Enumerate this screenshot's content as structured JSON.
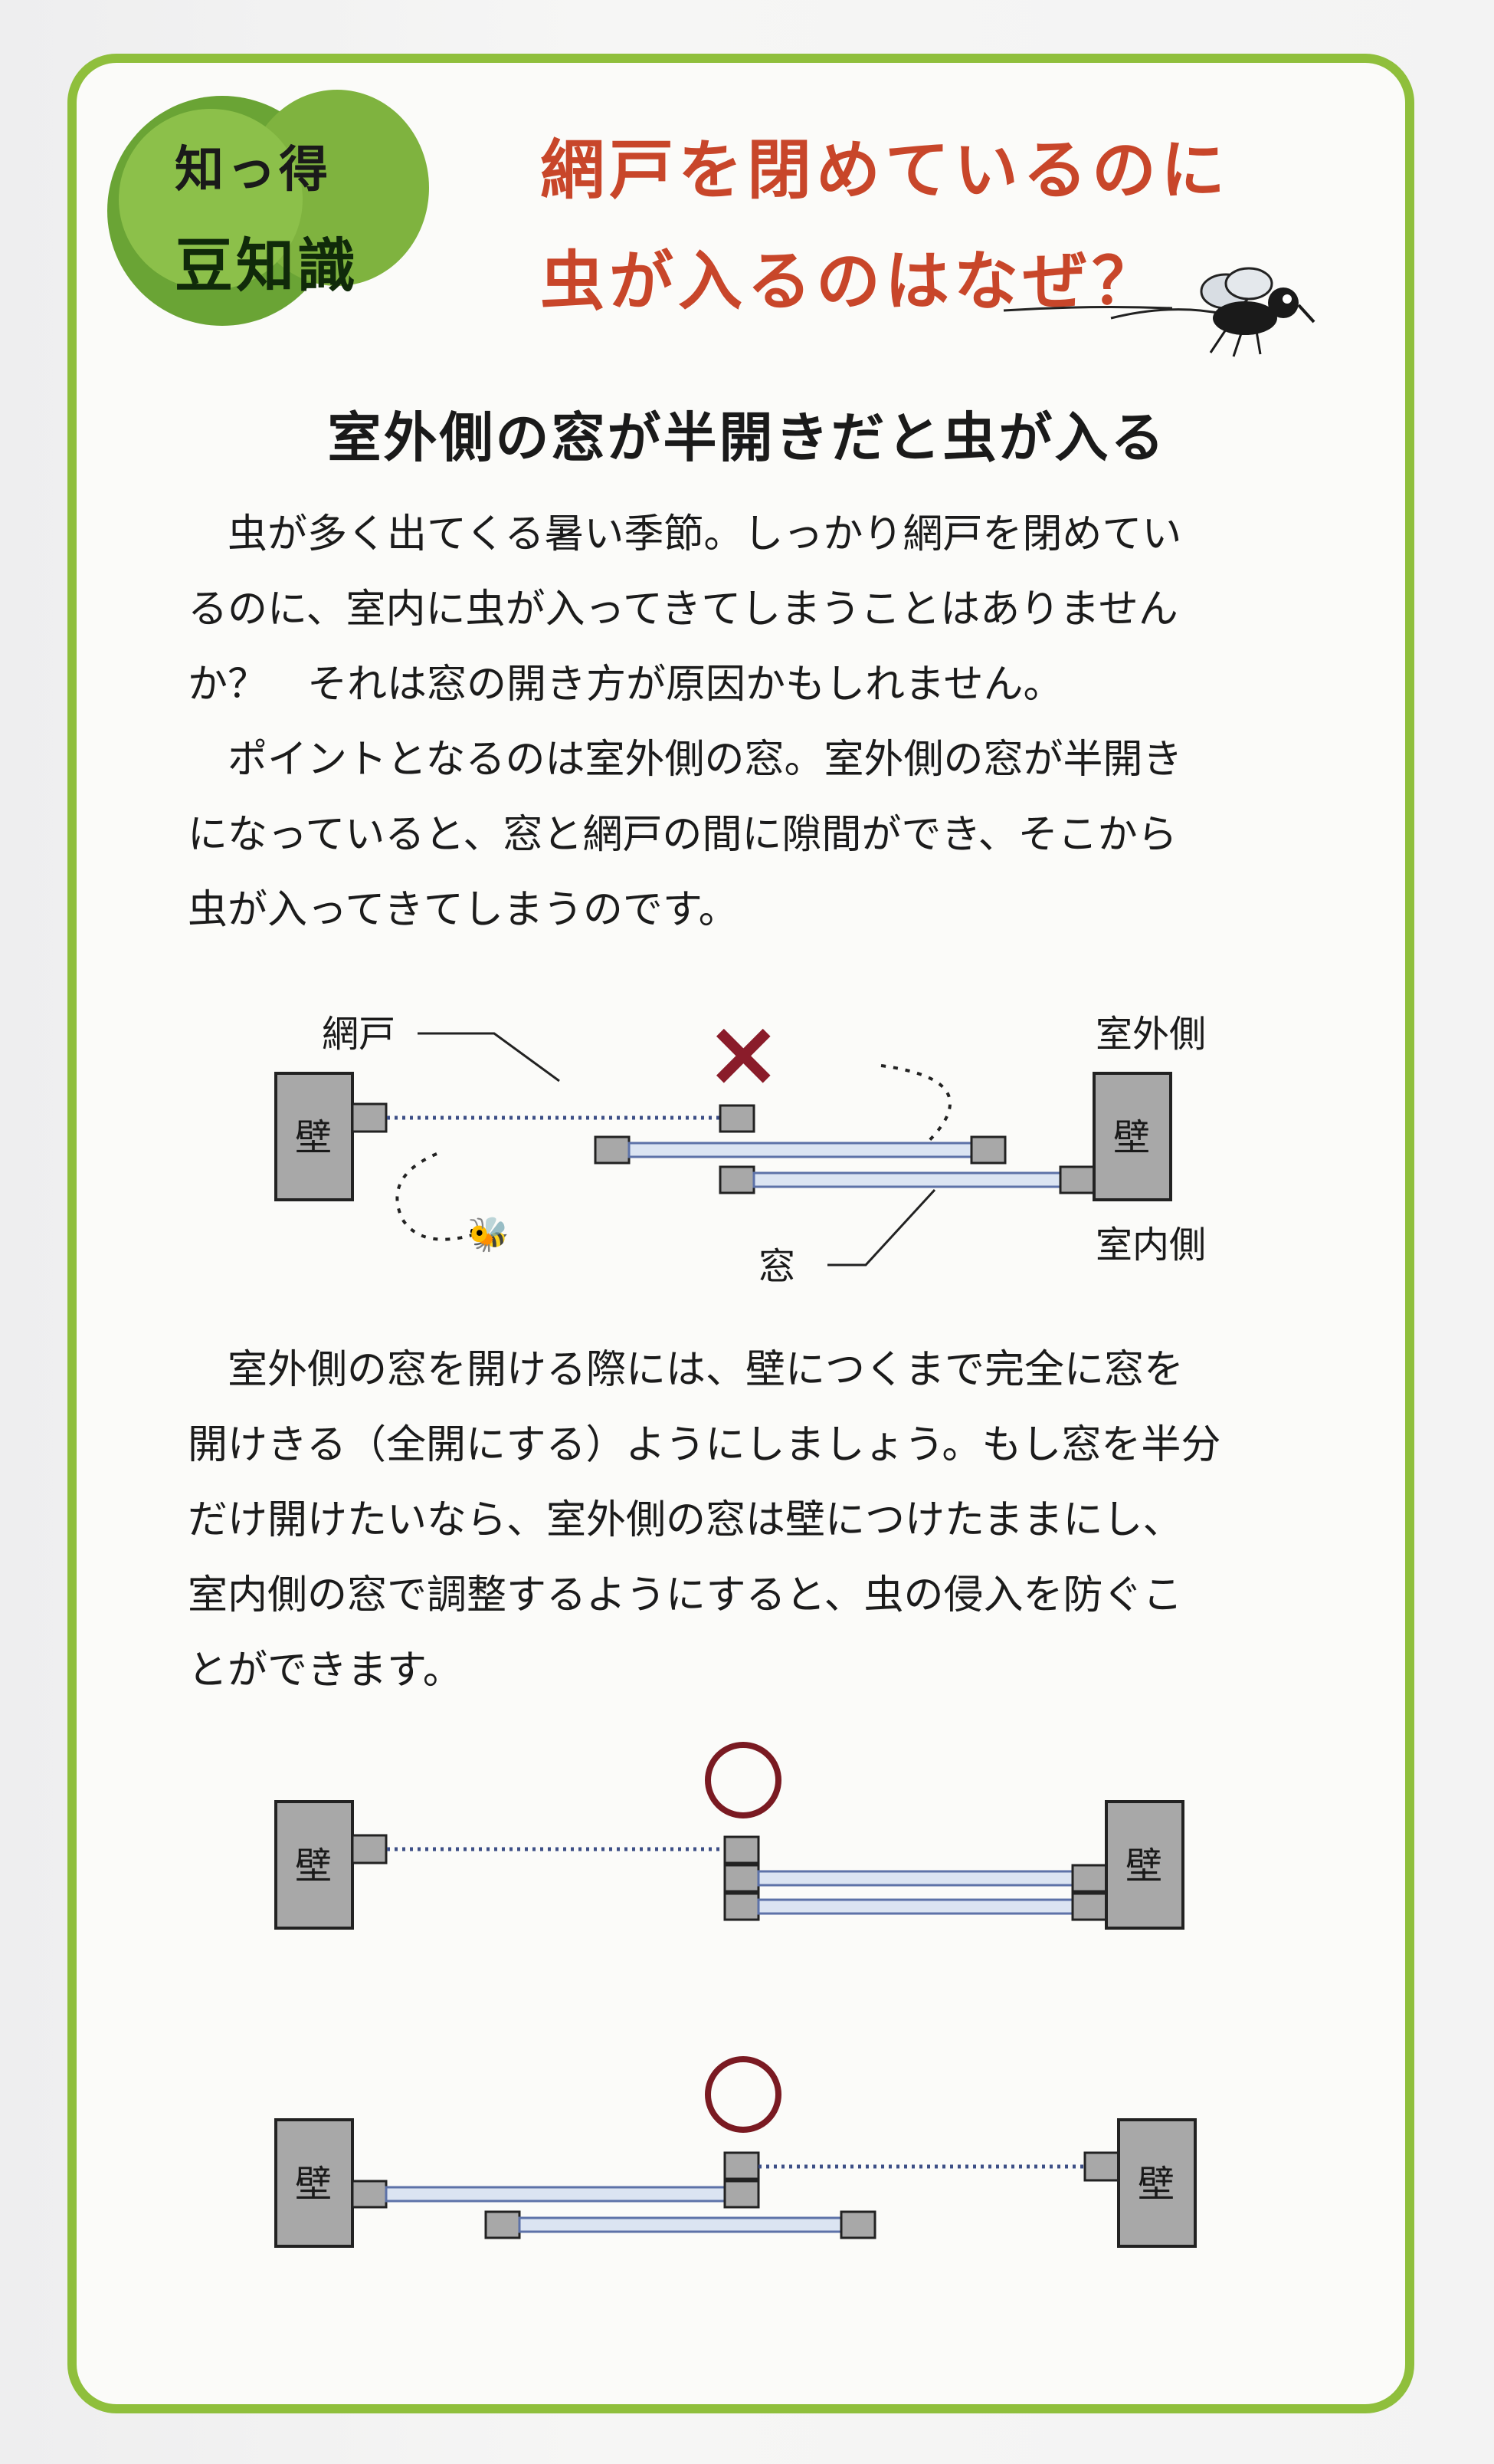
{
  "badge": {
    "line1": "知っ得",
    "line2": "豆知識"
  },
  "title": {
    "line1": "網戸を閉めているのに",
    "line2": "虫が入るのはなぜ？"
  },
  "subheading": "室外側の窓が半開きだと虫が入る",
  "paragraphs": [
    [
      "　虫が多く出てくる暑い季節。しっかり網戸を閉めてい",
      "るのに、室内に虫が入ってきてしまうことはありません",
      "か？　それは窓の開き方が原因かもしれません。",
      "　ポイントとなるのは室外側の窓。室外側の窓が半開き",
      "になっていると、窓と網戸の間に隙間ができ、そこから",
      "虫が入ってきてしまうのです。"
    ],
    [
      "　室外側の窓を開ける際には、壁につくまで完全に窓を",
      "開けきる（全開にする）ようにしましょう。もし窓を半分",
      "だけ開けたいなら、室外側の窓は壁につけたままにし、",
      "室内側の窓で調整するようにすると、虫の侵入を防ぐこ",
      "とができます。"
    ]
  ],
  "diagram1": {
    "label_screen": "網戸",
    "label_outside": "室外側",
    "label_inside": "室内側",
    "label_window": "窓",
    "label_wall": "壁",
    "mark": "×"
  },
  "diagram2": {
    "label_wall": "壁",
    "mark": "○"
  },
  "diagram3": {
    "label_wall": "壁",
    "mark": "○"
  },
  "colors": {
    "border": "#8fbf3c",
    "title": "#c8462a",
    "mark_bad": "#8a1c2a",
    "mark_good": "#7a1a22",
    "wall": "#a8a8a8",
    "window": "#9fb4d8",
    "screen_dots": "#3d4f86"
  }
}
